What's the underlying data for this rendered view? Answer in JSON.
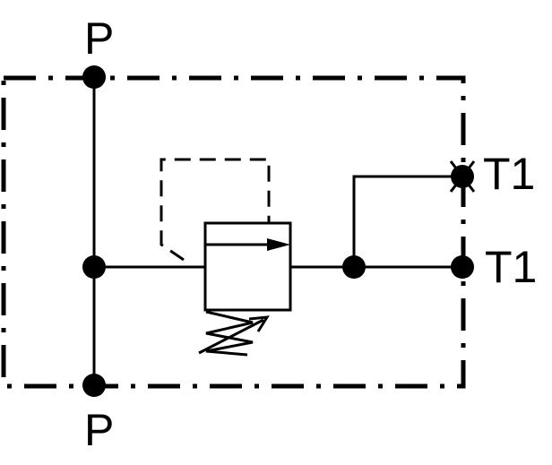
{
  "diagram": {
    "ports": {
      "top": "P",
      "bottom": "P",
      "right_upper": "T1",
      "right_lower": "T1"
    },
    "components": {
      "valve": "pressure-relief-valve",
      "spring": "adjustable-spring-icon",
      "pilot_line": "dashed-pilot-line"
    },
    "colors": {
      "stroke": "#000000",
      "background": "#ffffff"
    }
  }
}
